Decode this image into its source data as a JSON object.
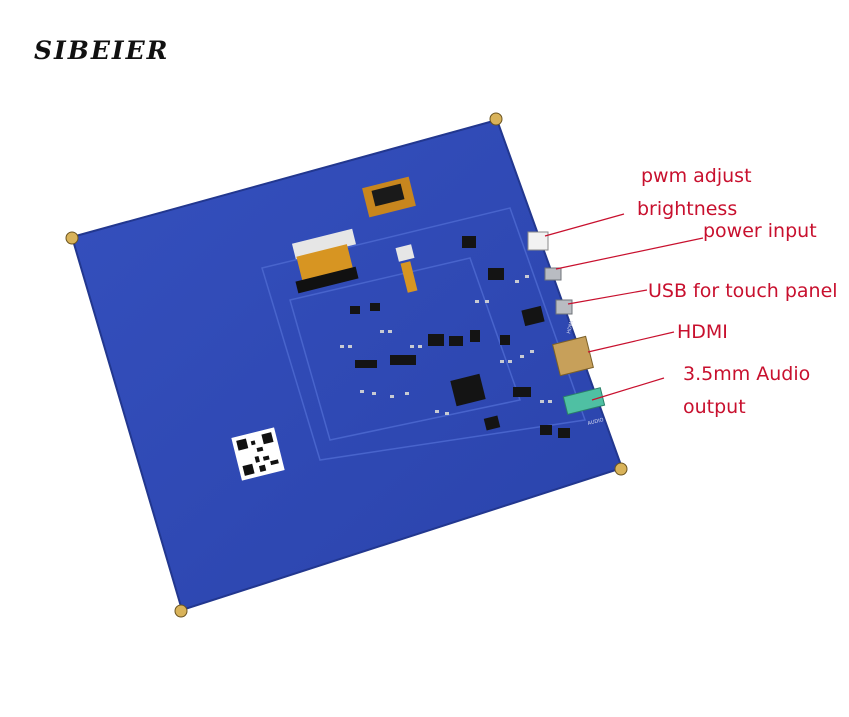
{
  "brand": {
    "name": "SIBEIER"
  },
  "colors": {
    "board": "#2f49b4",
    "board_edge": "#24399a",
    "callout_text": "#c8102e",
    "callout_line": "#c8102e",
    "brand_text": "#111111"
  },
  "callouts": {
    "pwm": "pwm adjust",
    "brightness": "brightness",
    "power": "power input",
    "usb": "USB for touch panel",
    "hdmi": "HDMI",
    "audio": "3.5mm Audio",
    "output": "output"
  },
  "board_print": {
    "hdmi": "HDMI",
    "audio": "AUDIO"
  }
}
